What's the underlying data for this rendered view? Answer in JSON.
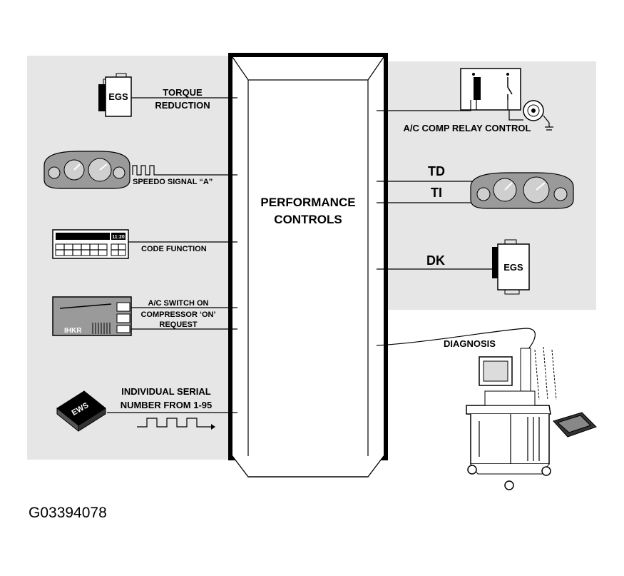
{
  "center": {
    "line1": "PERFORMANCE",
    "line2": "CONTROLS"
  },
  "left": {
    "egs_box": "EGS",
    "torque_line1": "TORQUE",
    "torque_line2": "REDUCTION",
    "speedo": "SPEEDO SIGNAL “A”",
    "radio_time": "11:20",
    "code": "CODE FUNCTION",
    "ac_line1": "A/C SWITCH ON",
    "ac_line2": "COMPRESSOR ‘ON’",
    "ac_line3": "REQUEST",
    "ihkr": "IHKR",
    "ews": "EWS",
    "serial_line1": "INDIVIDUAL SERIAL",
    "serial_line2": "NUMBER FROM 1-95"
  },
  "right": {
    "relay": "A/C COMP RELAY CONTROL",
    "td": "TD",
    "ti": "TI",
    "dk": "DK",
    "egs_box": "EGS",
    "diagnosis": "DIAGNOSIS"
  },
  "figure_id": "G03394078",
  "colors": {
    "panel": "#e6e6e6",
    "cluster": "#9a9a9a",
    "line": "#000000"
  }
}
